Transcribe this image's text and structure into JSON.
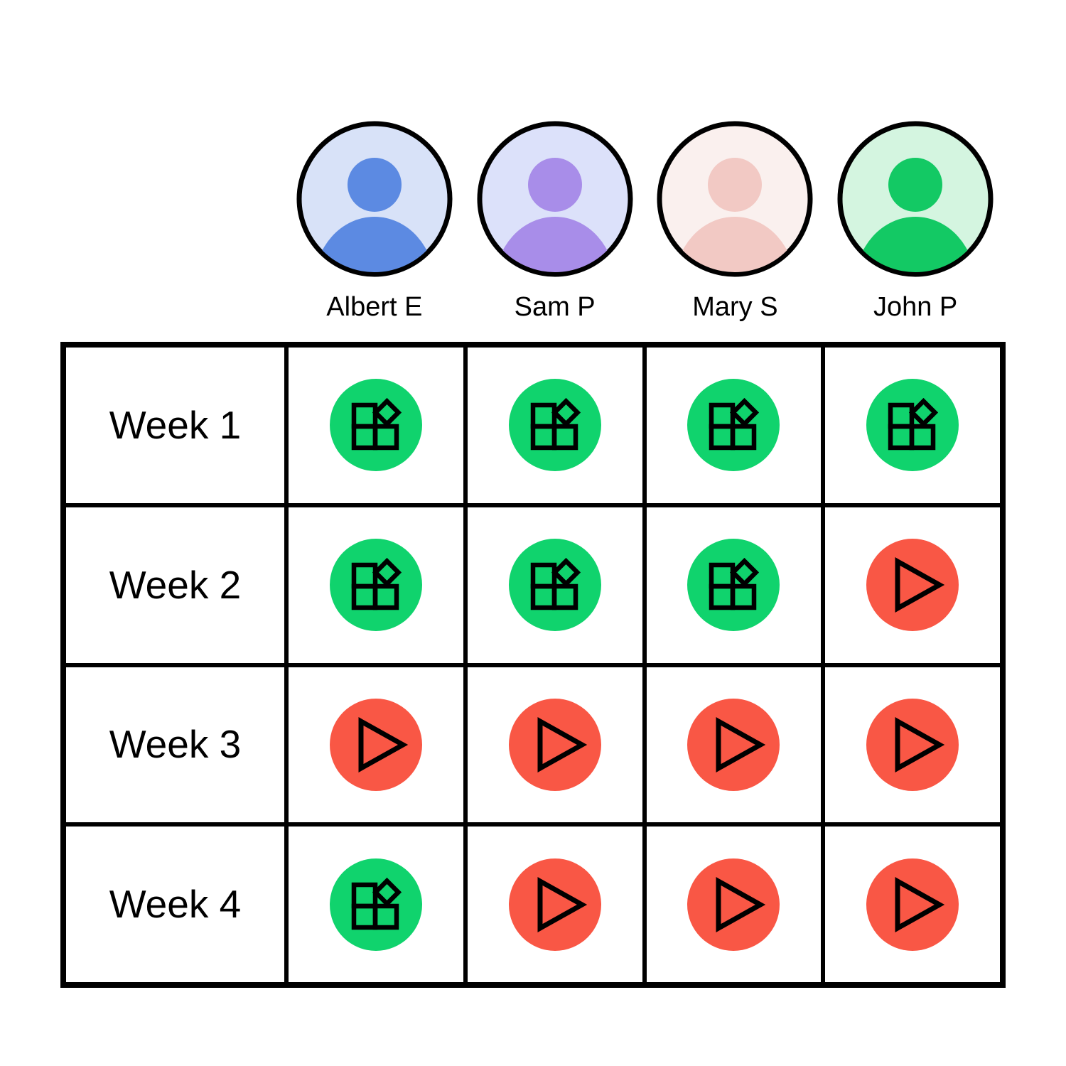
{
  "page": {
    "background": "#FFFFFF"
  },
  "people": [
    {
      "name": "Albert E",
      "avatar_color": "#5C8AE2",
      "avatar_bg": "#D8E2F8"
    },
    {
      "name": "Sam P",
      "avatar_color": "#A88DE9",
      "avatar_bg": "#DCE1FA"
    },
    {
      "name": "Mary S",
      "avatar_color": "#F2C9C4",
      "avatar_bg": "#FAF0EE"
    },
    {
      "name": "John P",
      "avatar_color": "#13C964",
      "avatar_bg": "#D4F5E0"
    }
  ],
  "weeks": [
    {
      "label": "Week 1",
      "statuses": [
        "blocks",
        "blocks",
        "blocks",
        "blocks"
      ]
    },
    {
      "label": "Week 2",
      "statuses": [
        "blocks",
        "blocks",
        "blocks",
        "play"
      ]
    },
    {
      "label": "Week 3",
      "statuses": [
        "play",
        "play",
        "play",
        "play"
      ]
    },
    {
      "label": "Week 4",
      "statuses": [
        "blocks",
        "play",
        "play",
        "play"
      ]
    }
  ],
  "status_styles": {
    "blocks": {
      "color": "#10D36D",
      "icon": "blocks-icon"
    },
    "play": {
      "color": "#F95745",
      "icon": "play-icon"
    }
  },
  "table": {
    "border_color": "#000000",
    "cell_background": "#FFFFFF"
  }
}
